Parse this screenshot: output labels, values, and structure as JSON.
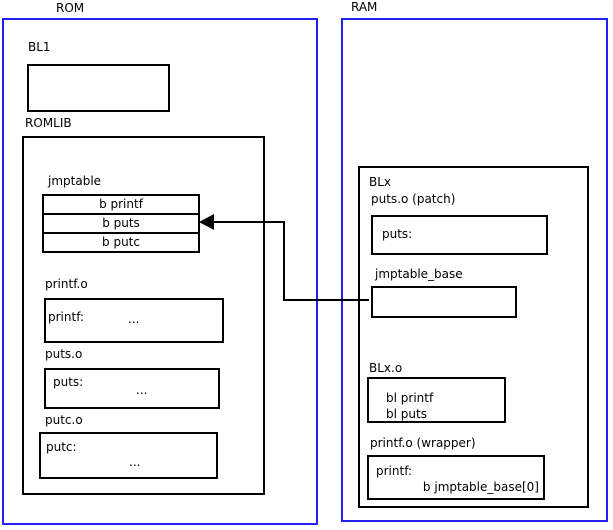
{
  "diagram": {
    "rom": {
      "title": "ROM",
      "bl1_label": "BL1",
      "romlib_label": "ROMLIB",
      "jmptable": {
        "label": "jmptable",
        "rows": [
          "b printf",
          "b puts",
          "b putc"
        ]
      },
      "printf_o": {
        "label": "printf.o",
        "entry": "printf:",
        "body": "..."
      },
      "puts_o": {
        "label": "puts.o",
        "entry": "puts:",
        "body": "..."
      },
      "putc_o": {
        "label": "putc.o",
        "entry": "putc:",
        "body": "..."
      }
    },
    "ram": {
      "title": "RAM",
      "blx": {
        "label": "BLx",
        "puts_patch": {
          "label": "puts.o (patch)",
          "entry": "puts:"
        },
        "jmptable_base_label": "jmptable_base",
        "blx_o": {
          "label": "BLx.o",
          "line1": "bl printf",
          "line2": "bl puts"
        },
        "printf_wrapper": {
          "label": "printf.o (wrapper)",
          "entry": "printf:",
          "branch": "b jmptable_base[0]"
        }
      }
    },
    "colors": {
      "region_border": "#2222ee",
      "box_border": "#000000",
      "text": "#000000",
      "background": "#ffffff"
    }
  }
}
